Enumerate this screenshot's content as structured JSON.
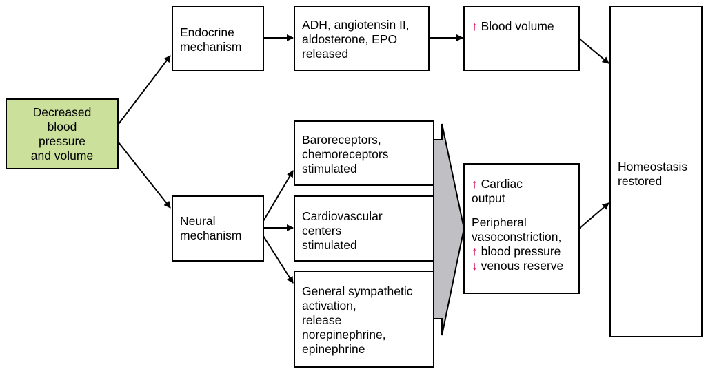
{
  "colors": {
    "start_fill": "#cbe09a",
    "arrow_fill": "#c0c0c4",
    "indicator": "#d4145a",
    "stroke": "#000000"
  },
  "nodes": {
    "start": "Decreased\nblood\npressure\nand volume",
    "endocrine": "Endocrine\nmechanism",
    "hormones": "ADH, angiotensin II,\naldosterone, EPO\nreleased",
    "blood_volume": {
      "indicator": "↑",
      "text": "Blood volume"
    },
    "neural": "Neural\nmechanism",
    "baroreceptors": "Baroreceptors,\nchemoreceptors\nstimulated",
    "cardio_centers": "Cardiovascular\ncenters\nstimulated",
    "sympathetic": "General sympathetic\nactivation,\nrelease\nnorepinephrine,\nepinephrine",
    "effects": {
      "cardiac_indicator": "↑",
      "cardiac_text": "Cardiac\noutput",
      "peripheral_text": "Peripheral\nvasoconstriction,",
      "bp_indicator": "↑",
      "bp_text": "blood pressure",
      "venous_indicator": "↓",
      "venous_text": "venous reserve"
    },
    "homeostasis": "Homeostasis\nrestored"
  }
}
